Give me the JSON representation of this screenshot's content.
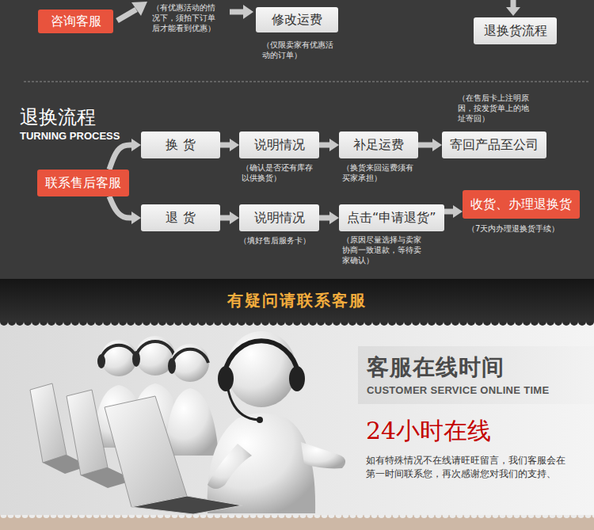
{
  "diagram": {
    "nodes": [
      {
        "text": [
          "咨询客服"
        ]
      },
      {
        "text": [
          "修改运费"
        ]
      },
      {
        "text": [
          "退换货流程"
        ]
      },
      {
        "text": [
          "联系售后客服"
        ]
      },
      {
        "text": [
          "换 货"
        ]
      },
      {
        "text": [
          "说明情况"
        ]
      },
      {
        "text": [
          "补足运费"
        ]
      },
      {
        "text": [
          "寄回产品至公司"
        ]
      },
      {
        "text": [
          "退 货"
        ]
      },
      {
        "text": [
          "说明情况"
        ]
      },
      {
        "text": [
          "点击“申请退货”"
        ]
      },
      {
        "text": [
          "收货、办理退换货"
        ]
      },
      {
        "text": [
          "有疑问请联系客服"
        ]
      },
      {
        "text": [
          "客服在线时间",
          "CUSTOMER SERVICE ONLINE TIME"
        ]
      }
    ],
    "edges": [
      {
        "from": 3,
        "to": 4,
        "arrow": "to"
      },
      {
        "from": 4,
        "to": 5,
        "arrow": "to"
      },
      {
        "from": 5,
        "to": 6,
        "arrow": "to"
      },
      {
        "from": 6,
        "to": 7,
        "arrow": "to"
      },
      {
        "from": 3,
        "to": 8,
        "arrow": "to"
      },
      {
        "from": 8,
        "to": 9,
        "arrow": "to"
      },
      {
        "from": 9,
        "to": 10,
        "arrow": "to"
      },
      {
        "from": 10,
        "to": 11,
        "arrow": "to"
      }
    ],
    "labels": [
      "（有优惠活动的情况下，须拍下订单后才能看到优惠）",
      "（仅限卖家有优惠活动的订单）",
      "退换流程",
      "TURNING PROCESS",
      "（在售后卡上注明原因，按发货单上的地址寄回）",
      "（确认是否还有库存以供换货）",
      "（换货来回运费须有买家承担）",
      "（填好售后服务卡）",
      "（原因尽量选择与卖家协商一致退款，等待卖家确认）",
      "（7天内办理退换货手续）",
      "24小时在线",
      "如有特殊情况不在线请旺旺留言，我们客服会在第一时间联系您，再次感谢您对我们的支持、"
    ]
  }
}
